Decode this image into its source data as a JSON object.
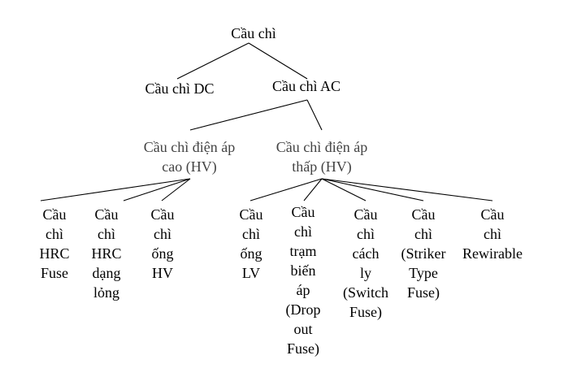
{
  "root": {
    "lines": [
      "Cầu chì"
    ]
  },
  "dc": {
    "lines": [
      "Cầu chì DC"
    ]
  },
  "ac": {
    "lines": [
      "Cầu chì AC"
    ]
  },
  "hv": {
    "lines": [
      "Cầu chì điện áp",
      "cao (HV)"
    ]
  },
  "lv": {
    "lines": [
      "Cầu chì điện áp",
      "thấp (HV)"
    ]
  },
  "hv_children": [
    {
      "lines": [
        "Cầu",
        "chì",
        "HRC",
        "Fuse"
      ]
    },
    {
      "lines": [
        "Cầu",
        "chì",
        "HRC",
        "dạng",
        "lỏng"
      ]
    },
    {
      "lines": [
        "Cầu",
        "chì",
        "ống",
        "HV"
      ]
    }
  ],
  "lv_children": [
    {
      "lines": [
        "Cầu",
        "chì",
        "ống",
        "LV"
      ]
    },
    {
      "lines": [
        "Cầu",
        "chì",
        "trạm",
        "biến",
        "áp",
        "(Drop",
        "out",
        "Fuse)"
      ]
    },
    {
      "lines": [
        "Cầu",
        "chì",
        "cách",
        "ly",
        "(Switch",
        "Fuse)"
      ]
    },
    {
      "lines": [
        "Cầu",
        "chì",
        "(Striker",
        "Type",
        "Fuse)"
      ]
    },
    {
      "lines": [
        "Cầu",
        "chì",
        "Rewirable"
      ]
    }
  ]
}
